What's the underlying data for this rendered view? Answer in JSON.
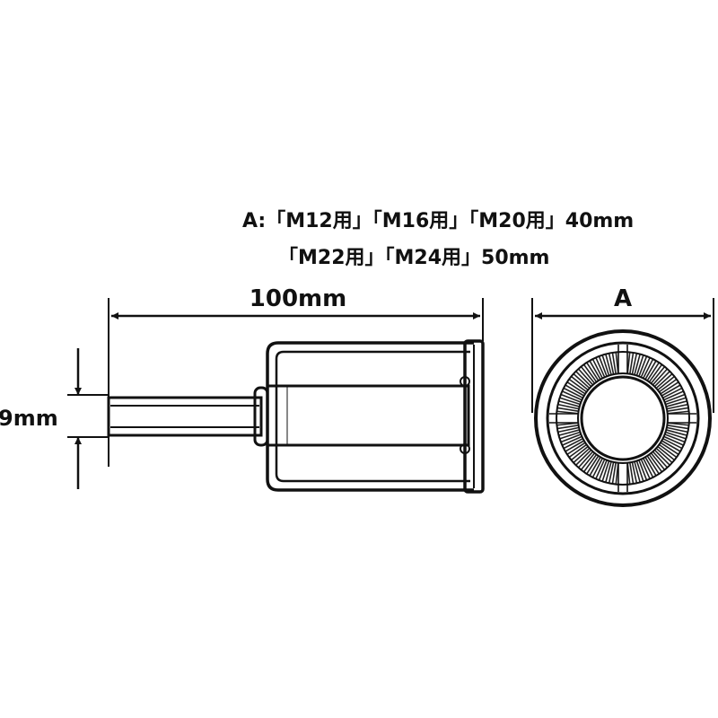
{
  "spec": {
    "line1": "A:「M12用」「M16用」「M20用」40mm",
    "line2": "「M22用」「M24用」50mm"
  },
  "dimensions": {
    "length": "100mm",
    "shank_diameter": "9mm",
    "outer_diameter": "A"
  }
}
